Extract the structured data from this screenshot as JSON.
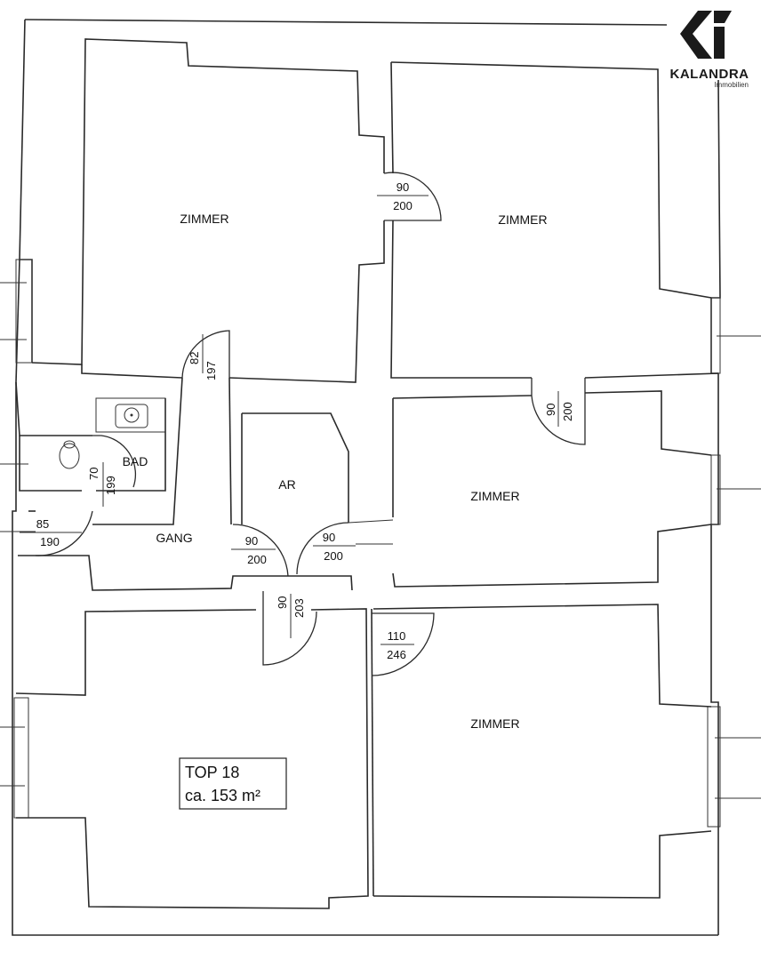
{
  "brand": {
    "name": "KALANDRA",
    "subtitle": "Immobilien",
    "logo_icon": "kalandra-ki-logo"
  },
  "rooms": {
    "zimmer_top_left": "ZIMMER",
    "zimmer_top_right": "ZIMMER",
    "zimmer_mid_right": "ZIMMER",
    "zimmer_bottom_right": "ZIMMER",
    "bad": "BAD",
    "ar": "AR",
    "gang": "GANG"
  },
  "unit": {
    "line1": "TOP 18",
    "line2": "ca. 153 m²"
  },
  "doors": {
    "d1": {
      "w": "90",
      "h": "200"
    },
    "d2": {
      "w": "82",
      "h": "197"
    },
    "d3": {
      "w": "90",
      "h": "200"
    },
    "d4": {
      "w": "70",
      "h": "199"
    },
    "d5": {
      "w": "85",
      "h": "190"
    },
    "d6": {
      "w": "90",
      "h": "200"
    },
    "d7": {
      "w": "90",
      "h": "200"
    },
    "d8": {
      "w": "90",
      "h": "203"
    },
    "d9": {
      "w": "110",
      "h": "246"
    }
  },
  "colors": {
    "line": "#2a2a2a",
    "background": "#ffffff"
  }
}
